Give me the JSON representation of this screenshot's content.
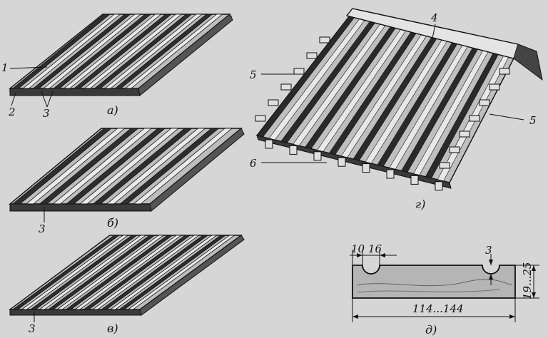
{
  "labels": {
    "n1": "1",
    "n2": "2",
    "n3a": "3",
    "n3b": "3",
    "n3c": "3",
    "n4": "4",
    "n5a": "5",
    "n5b": "5",
    "n6": "6"
  },
  "captions": {
    "a": "а)",
    "b": "б)",
    "v": "в)",
    "g": "г)",
    "d": "д)"
  },
  "dimensions": {
    "d10": "10",
    "d16": "16",
    "d3": "3",
    "width": "114...144",
    "thickness": "19...25"
  }
}
